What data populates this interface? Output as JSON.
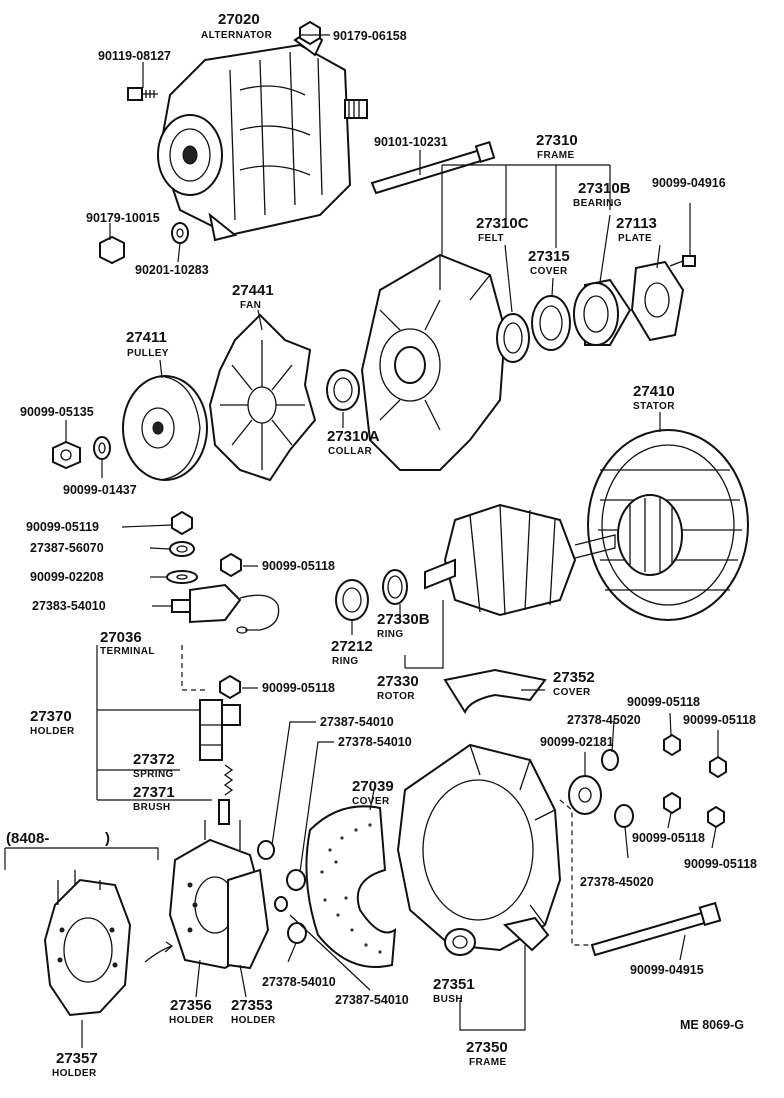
{
  "labels": {
    "alt_num": "27020",
    "alt_name": "ALTERNATOR",
    "pn_90179_06158": "90179-06158",
    "pn_90119_08127": "90119-08127",
    "pn_90179_10015": "90179-10015",
    "pn_90201_10283": "90201-10283",
    "pn_90101_10231": "90101-10231",
    "frame_num": "27310",
    "frame_name": "FRAME",
    "bearing_num": "27310B",
    "bearing_name": "BEARING",
    "pn_90099_04916": "90099-04916",
    "felt_num": "27310C",
    "felt_name": "FELT",
    "plate_num": "27113",
    "plate_name": "PLATE",
    "cover1_num": "27315",
    "cover1_name": "COVER",
    "fan_num": "27441",
    "fan_name": "FAN",
    "pulley_num": "27411",
    "pulley_name": "PULLEY",
    "pn_90099_05135": "90099-05135",
    "pn_90099_01437": "90099-01437",
    "collar_num": "27310A",
    "collar_name": "COLLAR",
    "stator_num": "27410",
    "stator_name": "STATOR",
    "pn_90099_05119": "90099-05119",
    "pn_27387_56070": "27387-56070",
    "pn_90099_05118_a": "90099-05118",
    "pn_90099_02208": "90099-02208",
    "pn_27383_54010": "27383-54010",
    "terminal_num": "27036",
    "terminal_name": "TERMINAL",
    "ring1_num": "27212",
    "ring1_name": "RING",
    "ring2_num": "27330B",
    "ring2_name": "RING",
    "rotor_num": "27330",
    "rotor_name": "ROTOR",
    "cover2_num": "27352",
    "cover2_name": "COVER",
    "pn_90099_05118_b": "90099-05118",
    "holder1_num": "27370",
    "holder1_name": "HOLDER",
    "pn_27387_54010_a": "27387-54010",
    "pn_27378_54010_a": "27378-54010",
    "pn_90099_05118_c": "90099-05118",
    "pn_27378_45020_a": "27378-45020",
    "pn_90099_05118_d": "90099-05118",
    "pn_90099_02181": "90099-02181",
    "spring_num": "27372",
    "spring_name": "SPRING",
    "brush_num": "27371",
    "brush_name": "BRUSH",
    "cover3_num": "27039",
    "cover3_name": "COVER",
    "pn_90099_05118_e": "90099-05118",
    "pn_90099_05118_f": "90099-05118",
    "pn_27378_45020_b": "27378-45020",
    "date_bracket": "(8408-",
    "date_close": ")",
    "pn_90099_04915": "90099-04915",
    "holder2_num": "27356",
    "holder2_name": "HOLDER",
    "holder3_num": "27353",
    "holder3_name": "HOLDER",
    "pn_27378_54010_b": "27378-54010",
    "pn_27387_54010_b": "27387-54010",
    "bush_num": "27351",
    "bush_name": "BUSH",
    "frame2_num": "27350",
    "frame2_name": "FRAME",
    "holder4_num": "27357",
    "holder4_name": "HOLDER",
    "ref_code": "ME 8069-G"
  }
}
